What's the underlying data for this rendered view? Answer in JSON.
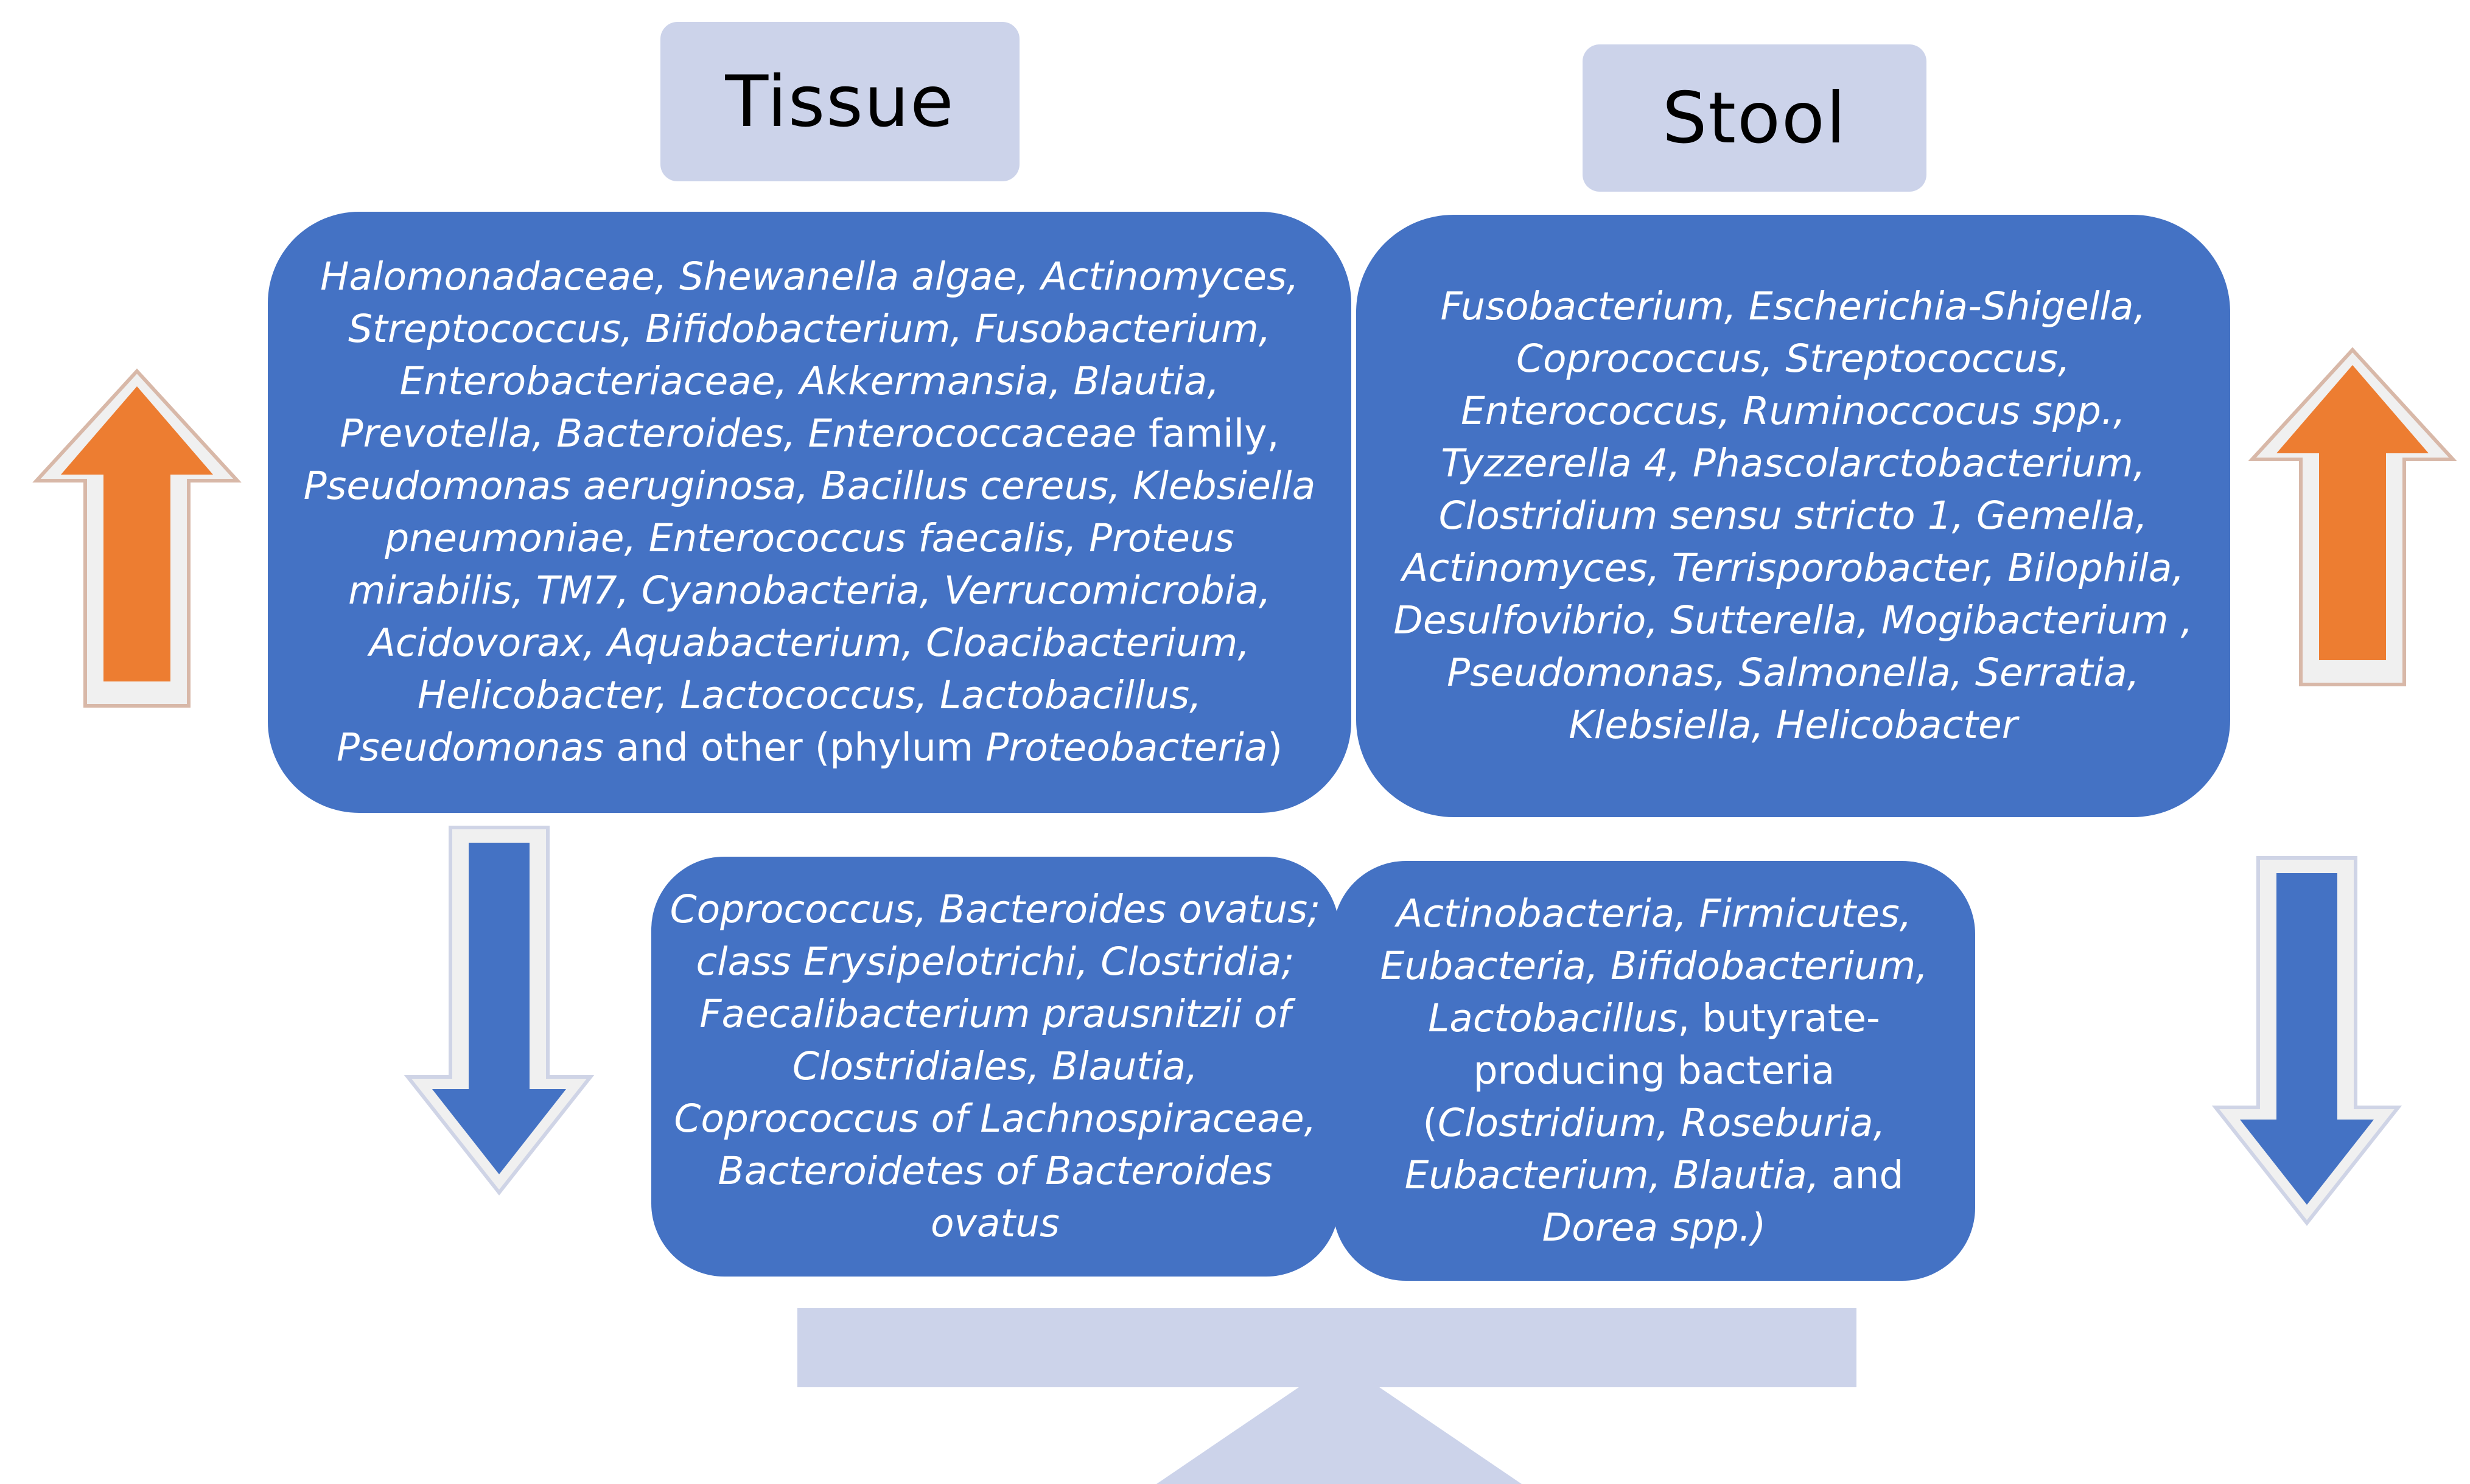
{
  "headers": {
    "tissue": "Tissue",
    "stool": "Stool"
  },
  "tissue_increased": [
    {
      "t": "Halomonadaceae, Shewanella algae, Actinomyces, Streptococcus, Bifidobacterium, Fusobacterium, Enterobacteriaceae, Akkermansia, Blautia, Prevotella, Bacteroides, Enterococcaceae",
      "i": true
    },
    {
      "t": " family, ",
      "i": false
    },
    {
      "t": "Pseudomonas aeruginosa, Bacillus cereus, Klebsiella pneumoniae, Enterococcus faecalis, Proteus mirabilis, TM7, Cyanobacteria, Verrucomicrobia, Acidovorax, Aquabacterium, Cloacibacterium, Helicobacter, Lactococcus, Lactobacillus, Pseudomonas",
      "i": true
    },
    {
      "t": " and other (phylum ",
      "i": false
    },
    {
      "t": "Proteobacteria",
      "i": true
    },
    {
      "t": ")",
      "i": false
    }
  ],
  "stool_increased": [
    {
      "t": "Fusobacterium, Escherichia-Shigella, Coprococcus, Streptococcus, Enterococcus, Ruminoccocus spp., Tyzzerella 4, Phascolarctobacterium, Clostridium sensu stricto 1, Gemella, Actinomyces, Terrisporobacter, Bilophila, Desulfovibrio, Sutterella, Mogibacterium , Pseudomonas, Salmonella, Serratia, Klebsiella, Helicobacter",
      "i": true
    }
  ],
  "tissue_decreased": [
    {
      "t": "Coprococcus, Bacteroides ovatus; class Erysipelotrichi, Clostridia; Faecalibacterium prausnitzii of Clostridiales, Blautia, Coprococcus of Lachnospiraceae, Bacteroidetes of Bacteroides ovatus",
      "i": true
    }
  ],
  "stool_decreased": [
    {
      "t": "Actinobacteria, Firmicutes, Eubacteria, Bifidobacterium, Lactobacillus",
      "i": true
    },
    {
      "t": ", butyrate-producing bacteria (",
      "i": false
    },
    {
      "t": "Clostridium, Roseburia, Eubacterium, Blautia,",
      "i": true
    },
    {
      "t": " and ",
      "i": false
    },
    {
      "t": "Dorea spp.)",
      "i": true
    }
  ],
  "colors": {
    "box_blue": "#4472c4",
    "header_fill": "#ccd3ea",
    "up_arrow": "#ed7d31",
    "down_arrow": "#4472c4"
  },
  "icons": {
    "up": "arrow-up-icon",
    "down": "arrow-down-icon"
  }
}
